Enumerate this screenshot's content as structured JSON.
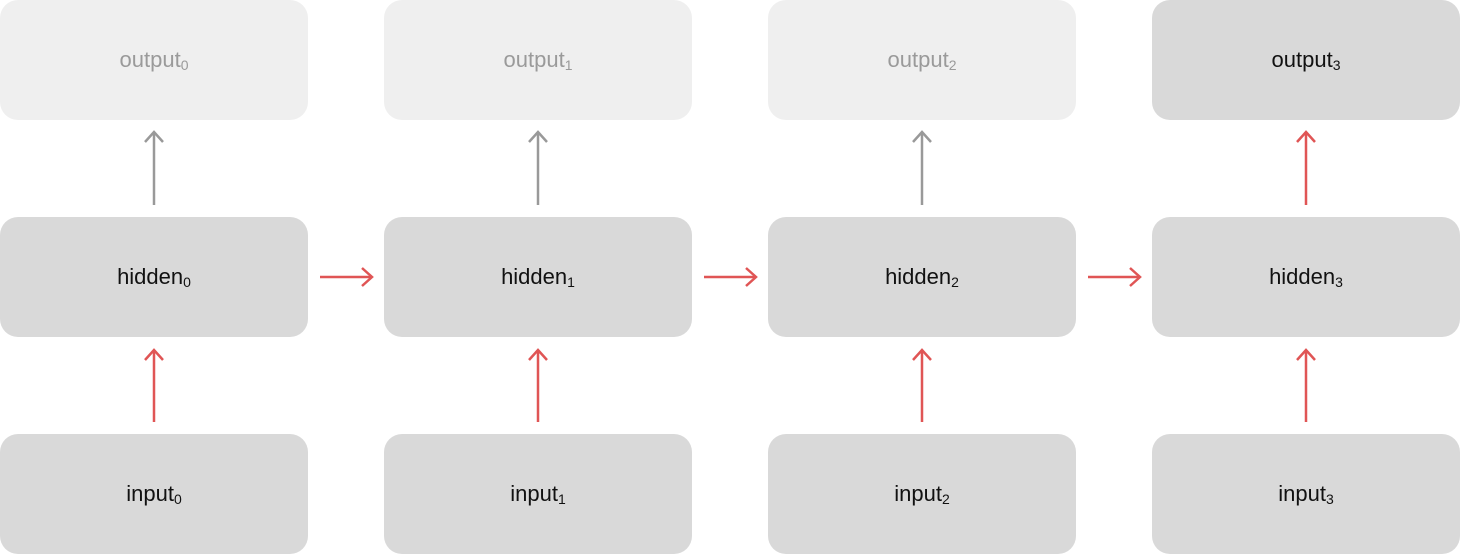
{
  "colors": {
    "active_box": "#d9d9d9",
    "faded_box": "#efefef",
    "active_text": "#111111",
    "faded_text": "#9a9a9a",
    "red_arrow": "#e05555",
    "gray_arrow": "#999999"
  },
  "steps": [
    {
      "output": {
        "name": "output",
        "sub": "0",
        "active": false
      },
      "hidden": {
        "name": "hidden",
        "sub": "0"
      },
      "input": {
        "name": "input",
        "sub": "0"
      }
    },
    {
      "output": {
        "name": "output",
        "sub": "1",
        "active": false
      },
      "hidden": {
        "name": "hidden",
        "sub": "1"
      },
      "input": {
        "name": "input",
        "sub": "1"
      }
    },
    {
      "output": {
        "name": "output",
        "sub": "2",
        "active": false
      },
      "hidden": {
        "name": "hidden",
        "sub": "2"
      },
      "input": {
        "name": "input",
        "sub": "2"
      }
    },
    {
      "output": {
        "name": "output",
        "sub": "3",
        "active": true
      },
      "hidden": {
        "name": "hidden",
        "sub": "3"
      },
      "input": {
        "name": "input",
        "sub": "3"
      }
    }
  ]
}
